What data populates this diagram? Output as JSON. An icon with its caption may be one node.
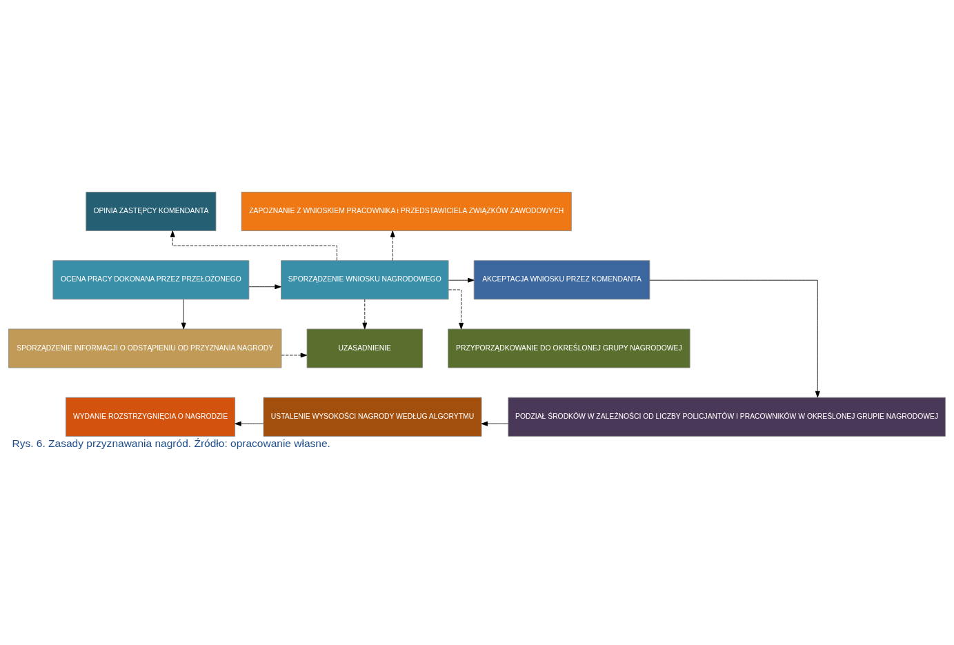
{
  "diagram": {
    "caption": "Rys. 6. Zasady przyznawania nagród. Źródło: opracowanie własne.",
    "nodes": [
      {
        "text": [
          "OPINIA ZASTĘPCY KOMENDANTA"
        ]
      },
      {
        "text": [
          "ZAPOZNANIE Z WNIOSKIEM PRACOWNIKA i PRZEDSTAWICIELA ZWIĄZKÓW ZAWODOWYCH"
        ]
      },
      {
        "text": [
          "OCENA PRACY DOKONANA PRZEZ PRZEŁOŻONEGO"
        ]
      },
      {
        "text": [
          "SPORZĄDZENIE WNIOSKU NAGRODOWEGO"
        ]
      },
      {
        "text": [
          "AKCEPTACJA WNIOSKU PRZEZ KOMENDANTA"
        ]
      },
      {
        "text": [
          "SPORZĄDZENIE INFORMACJI O ODSTĄPIENIU OD PRZYZNANIA NAGRODY"
        ]
      },
      {
        "text": [
          "UZASADNIENIE"
        ]
      },
      {
        "text": [
          "PRZYPORZĄDKOWANIE DO OKREŚLONEJ GRUPY NAGRODOWEJ"
        ]
      },
      {
        "text": [
          "WYDANIE ROZSTRZYGNIĘCIA O NAGRODZIE"
        ]
      },
      {
        "text": [
          "USTALENIE WYSOKOŚCI NAGRODY WEDŁUG ALGORYTMU"
        ]
      },
      {
        "text": [
          "PODZIAŁ ŚRODKÓW W ZALEŻNOŚCI OD LICZBY POLICJANTÓW I PRACOWNIKÓW W OKREŚLONEJ GRUPIE NAGRODOWEJ"
        ]
      }
    ],
    "edges": [
      {
        "from": 2,
        "to": 3,
        "arrow": "to"
      },
      {
        "from": 3,
        "to": 4,
        "arrow": "to"
      },
      {
        "from": 3,
        "to": 0,
        "arrow": "to",
        "style": "dashed"
      },
      {
        "from": 3,
        "to": 1,
        "arrow": "to",
        "style": "dashed"
      },
      {
        "from": 2,
        "to": 5,
        "arrow": "to"
      },
      {
        "from": 5,
        "to": 6,
        "arrow": "to",
        "style": "dashed"
      },
      {
        "from": 3,
        "to": 6,
        "arrow": "to",
        "style": "dashed"
      },
      {
        "from": 3,
        "to": 7,
        "arrow": "to",
        "style": "dashed"
      },
      {
        "from": 4,
        "to": 10,
        "arrow": "to"
      },
      {
        "from": 10,
        "to": 9,
        "arrow": "to"
      },
      {
        "from": 9,
        "to": 8,
        "arrow": "to"
      }
    ]
  }
}
